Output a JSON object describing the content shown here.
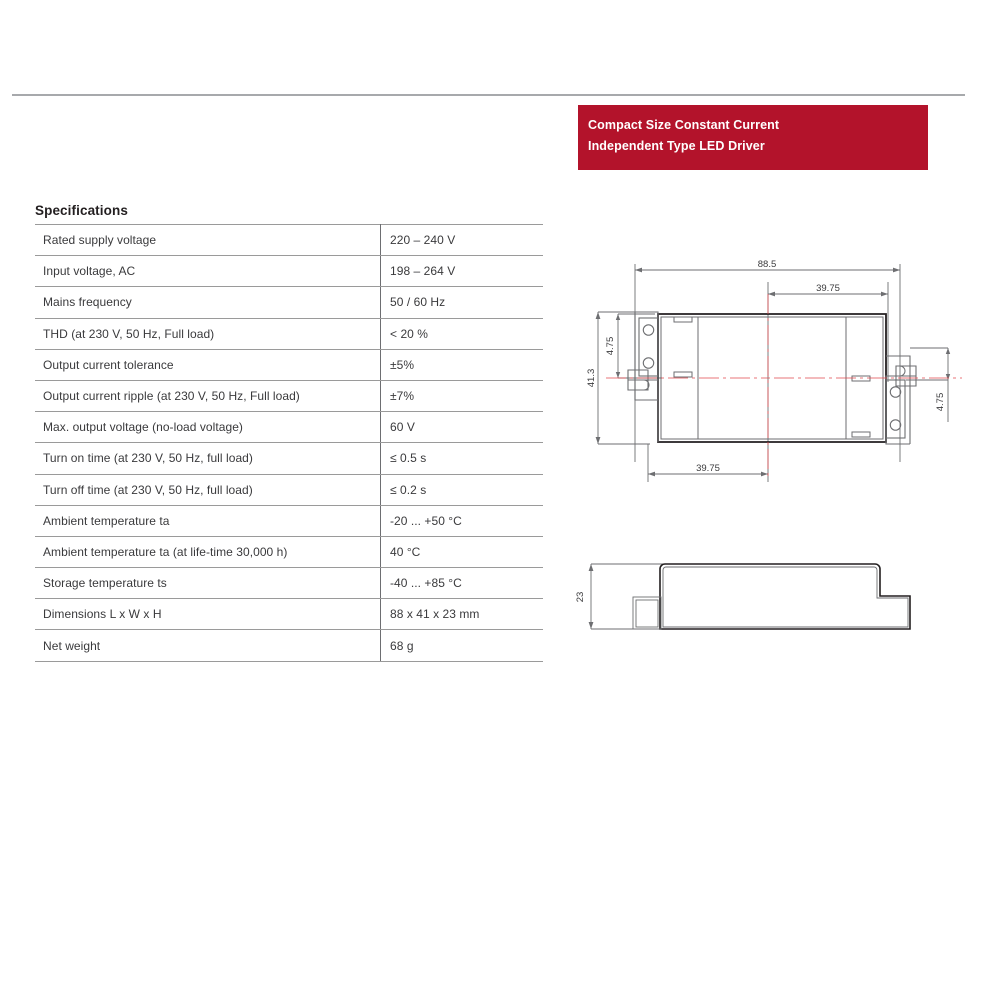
{
  "banner": {
    "line1": "Compact Size Constant Current",
    "line2": "Independent Type LED Driver",
    "background_color": "#b3132b",
    "text_color": "#ffffff"
  },
  "specifications": {
    "title": "Specifications",
    "rows": [
      {
        "parameter": "Rated supply voltage",
        "value": "220 – 240 V"
      },
      {
        "parameter": "Input voltage, AC",
        "value": "198 – 264 V"
      },
      {
        "parameter": "Mains frequency",
        "value": "50 / 60 Hz"
      },
      {
        "parameter": "THD (at 230 V, 50 Hz, Full load)",
        "value": "< 20 %"
      },
      {
        "parameter": "Output current tolerance",
        "value": "±5%"
      },
      {
        "parameter": "Output current ripple (at 230 V, 50 Hz, Full load)",
        "value": "±7%"
      },
      {
        "parameter": "Max. output voltage (no-load voltage)",
        "value": "60 V"
      },
      {
        "parameter": "Turn on time (at 230 V, 50 Hz, full load)",
        "value": "≤ 0.5 s"
      },
      {
        "parameter": "Turn off time (at 230 V, 50 Hz, full load)",
        "value": "≤ 0.2 s"
      },
      {
        "parameter": "Ambient temperature ta",
        "value": "-20 ... +50 °C"
      },
      {
        "parameter": "Ambient temperature ta (at life-time 30,000 h)",
        "value": "40 °C"
      },
      {
        "parameter": "Storage temperature ts",
        "value": "-40 ... +85 °C"
      },
      {
        "parameter": "Dimensions L x W x H",
        "value": "88 x 41 x 23 mm"
      },
      {
        "parameter": "Net weight",
        "value": "68 g"
      }
    ]
  },
  "drawings": {
    "top_view": {
      "dim_length": "88.5",
      "dim_width": "41.3",
      "dim_hole_right": "39.75",
      "dim_hole_bottom": "39.75",
      "dim_offset_left": "4.75",
      "dim_offset_right": "4.75"
    },
    "side_view": {
      "dim_height": "23"
    }
  }
}
